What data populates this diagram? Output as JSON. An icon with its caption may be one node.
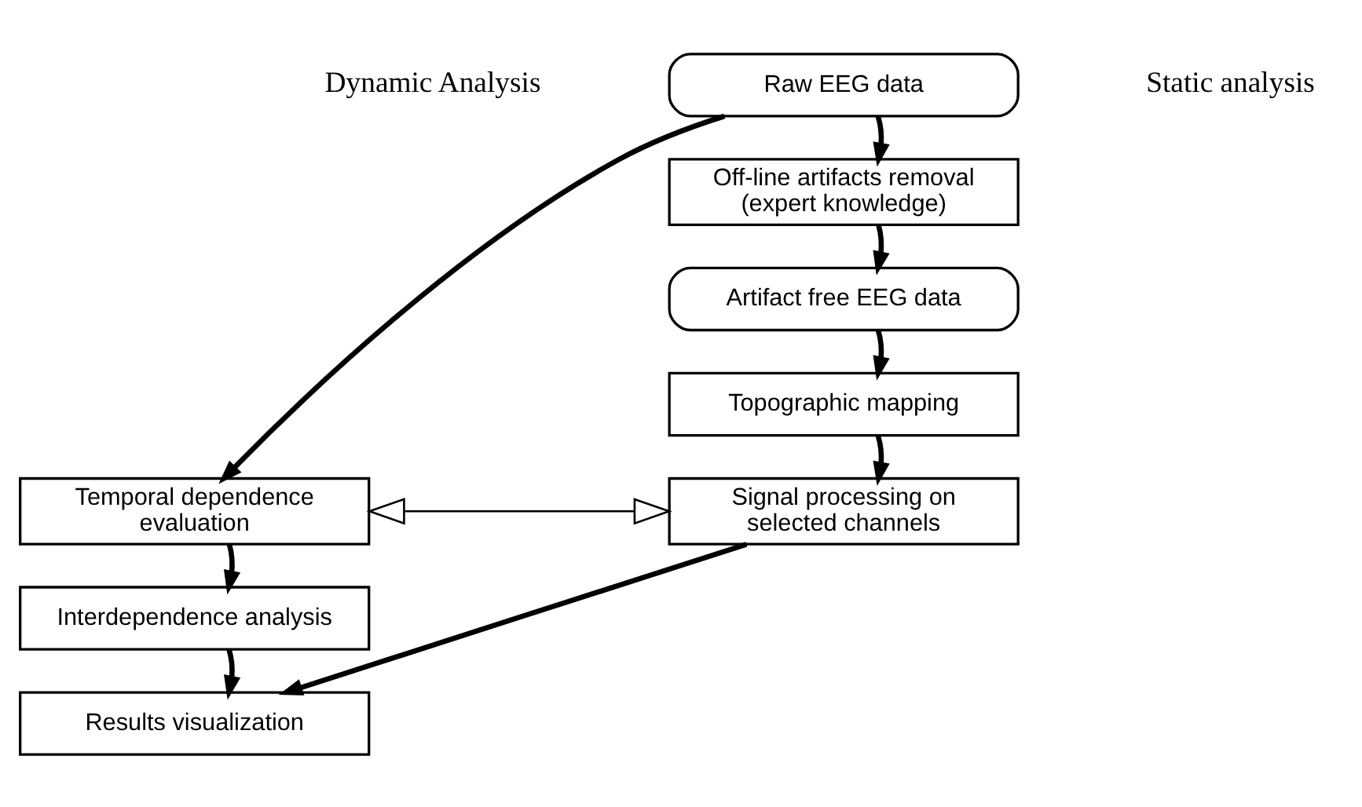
{
  "diagram": {
    "nodes": [
      {
        "text": [
          "Raw EEG data"
        ]
      },
      {
        "text": [
          "Off-line artifacts removal (expert knowledge)"
        ]
      },
      {
        "text": [
          "Artifact free EEG data"
        ]
      },
      {
        "text": [
          "Topographic mapping"
        ]
      },
      {
        "text": [
          "Temporal dependence evaluation"
        ]
      },
      {
        "text": [
          "Signal processing on selected channels"
        ]
      },
      {
        "text": [
          "Interdependence analysis"
        ]
      },
      {
        "text": [
          "Results visualization"
        ]
      }
    ],
    "edges": [
      {
        "from": 0,
        "to": 1,
        "arrow": "to"
      },
      {
        "from": 1,
        "to": 2,
        "arrow": "to"
      },
      {
        "from": 2,
        "to": 3,
        "arrow": "to"
      },
      {
        "from": 3,
        "to": 5,
        "arrow": "to"
      },
      {
        "from": 0,
        "to": 4,
        "arrow": "to"
      },
      {
        "from": 4,
        "to": 5,
        "arrow": "both"
      },
      {
        "from": 4,
        "to": 6,
        "arrow": "to"
      },
      {
        "from": 6,
        "to": 7,
        "arrow": "to"
      },
      {
        "from": 5,
        "to": 7,
        "arrow": "to"
      }
    ],
    "labels": [
      "Dynamic Analysis",
      "Static analysis"
    ]
  }
}
